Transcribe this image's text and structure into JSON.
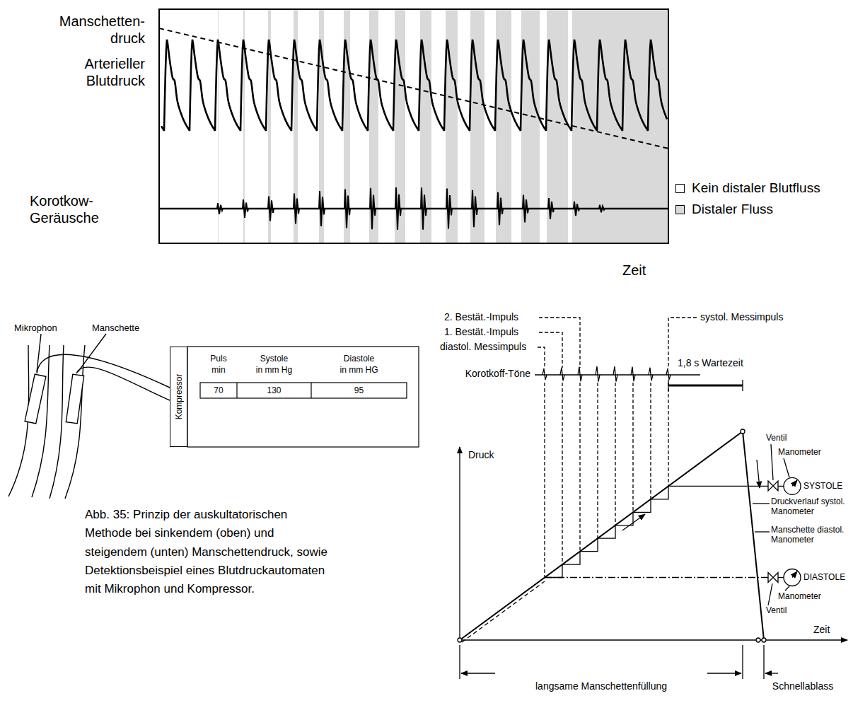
{
  "diagram": {
    "caption": "Abb. 35: Prinzip der auskultatorischen Methode bei sinkendem (oben) und steigendem (unten) Manschettendruck, sowie Detektionsbeispiel eines Blutdruckautomaten mit Mikrophon und Kompressor.",
    "nodes": [
      {
        "text": [
          "Kompressor"
        ]
      }
    ],
    "labels": [
      "Manschetten- druck",
      "Arterieller Blutdruck",
      "Korotkow- Geräusche",
      "Zeit",
      "Mikrophon",
      "Manschette",
      "Puls",
      "min",
      "Systole",
      "in mm Hg",
      "Diastole",
      "in mm HG",
      "70",
      "130",
      "95",
      "2. Bestät.-Impuls",
      "1. Bestät.-Impuls",
      "diastol. Messimpuls",
      "Korotkoff-Töne",
      "systol. Messimpuls",
      "1,8 s Wartezeit",
      "Druck",
      "Ventil",
      "Manometer",
      "SYSTOLE",
      "Druckverlauf systol. Manometer",
      "Manschette diastol. Manometer",
      "DIASTOLE",
      "Manometer",
      "Ventil",
      "Zeit",
      "langsame Manschettenfüllung",
      "Schnellablass"
    ],
    "legend": [
      {
        "text": "Kein distaler Blutfluss",
        "color": "#ffffff"
      },
      {
        "text": "Distaler Fluss",
        "color": "#d9d9d9"
      }
    ]
  }
}
